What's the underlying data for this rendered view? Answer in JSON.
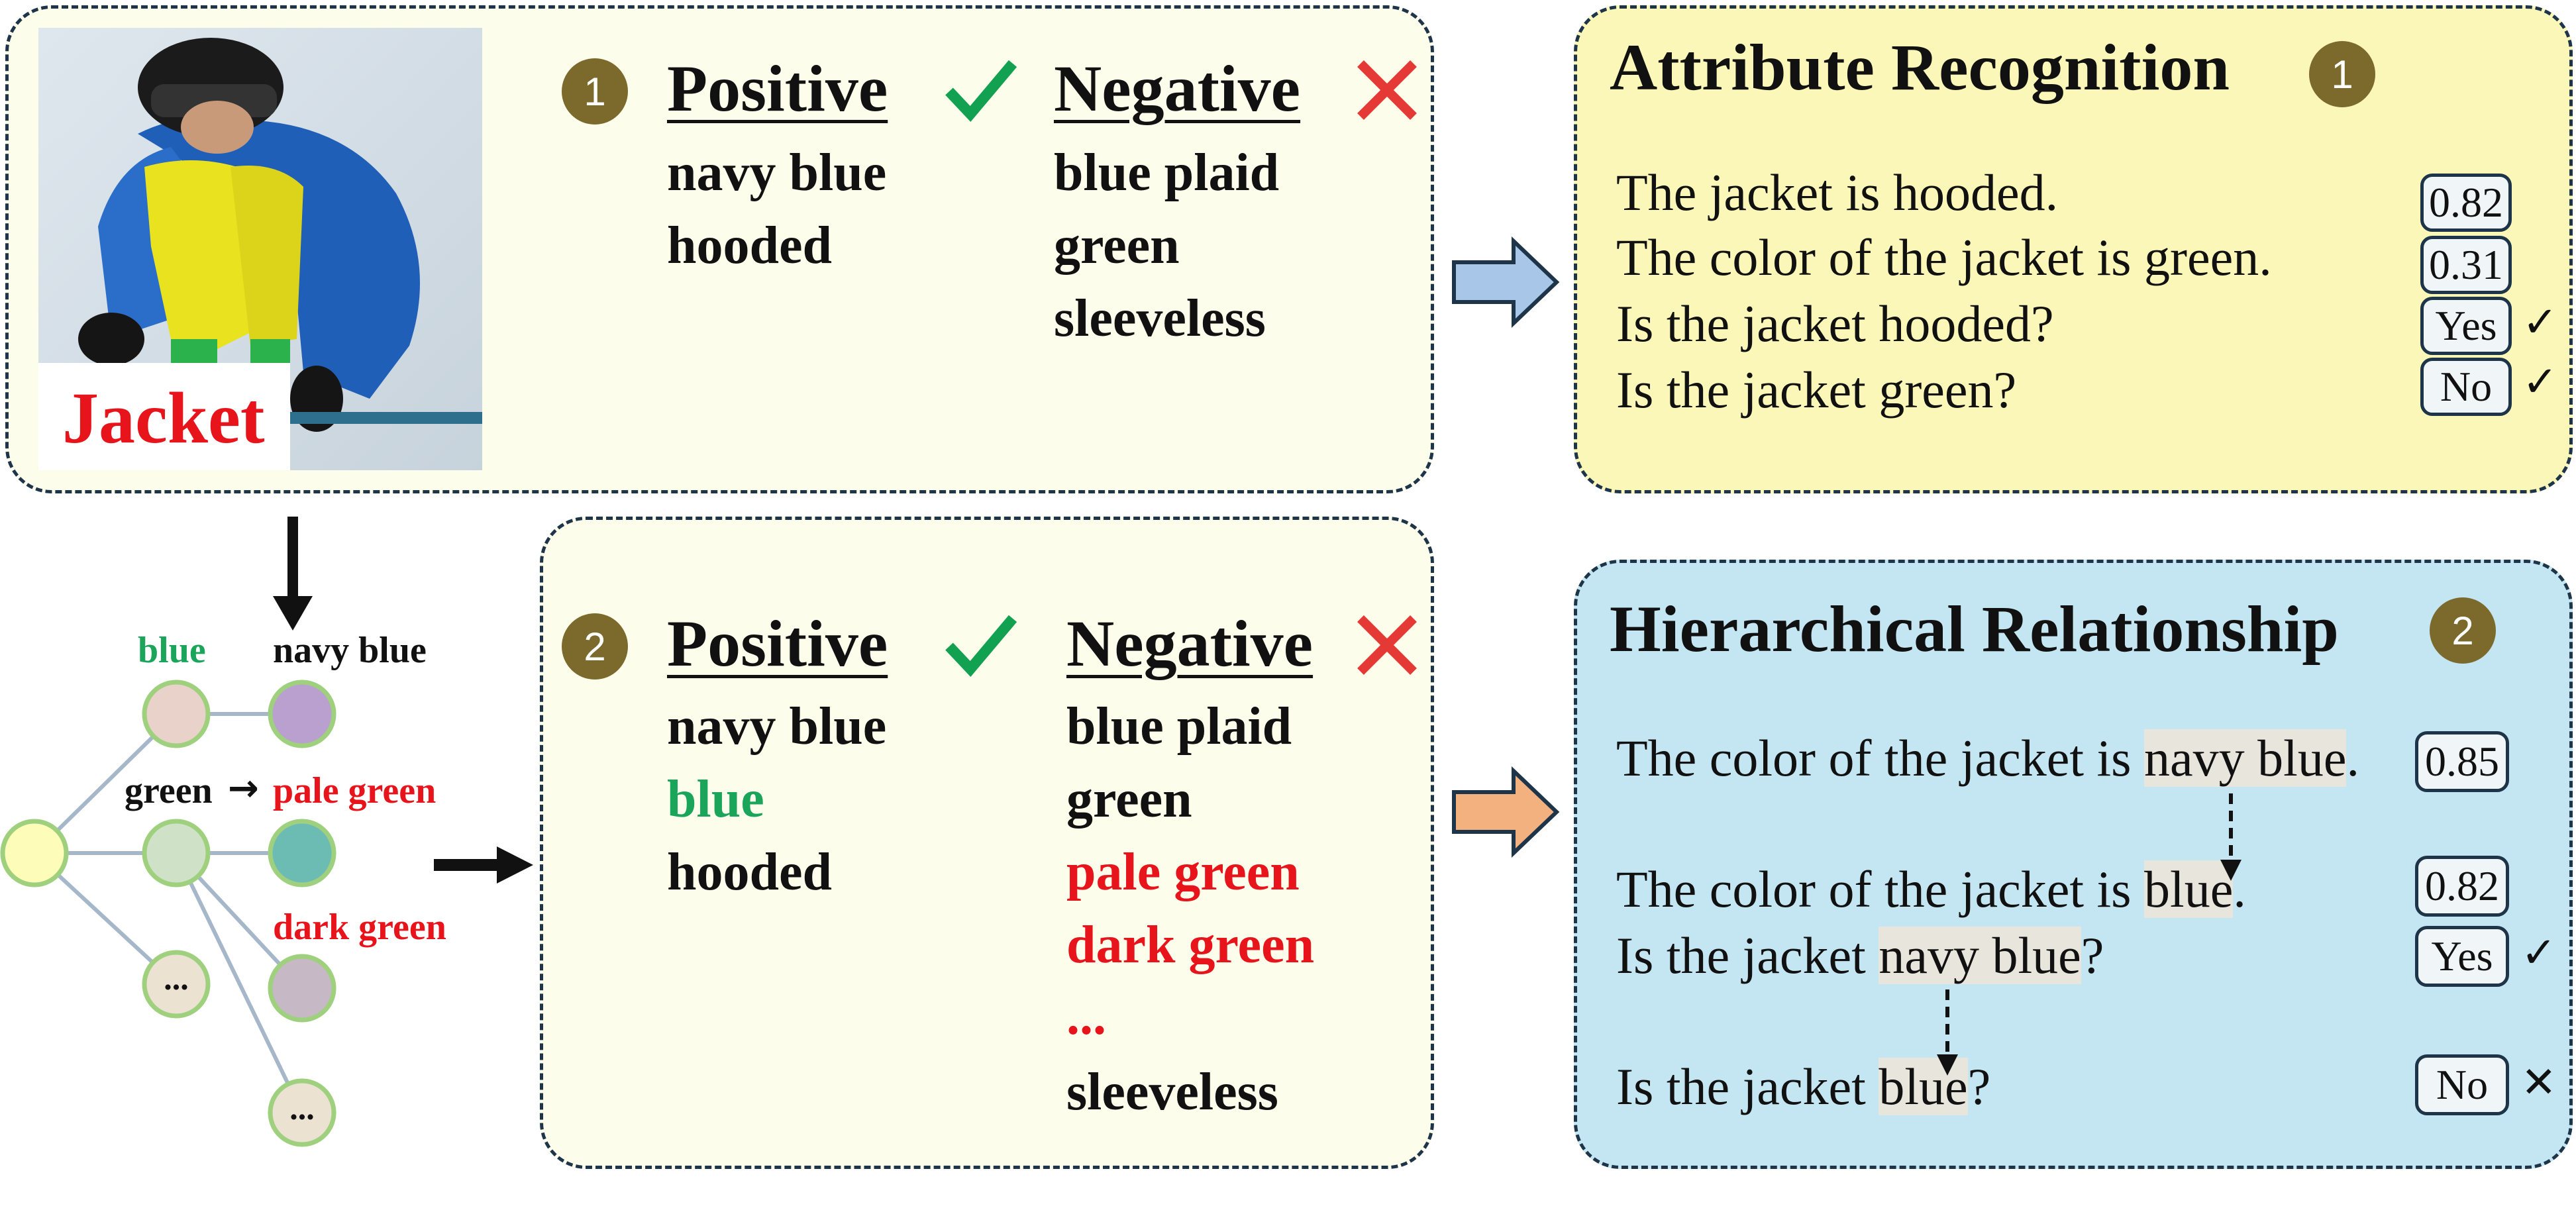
{
  "image": {
    "caption": "Jacket"
  },
  "panel1": {
    "badge": "1",
    "positive_header": "Positive",
    "negative_header": "Negative",
    "positive_items": [
      "navy blue",
      "hooded"
    ],
    "negative_items": [
      "blue plaid",
      "green",
      "sleeveless"
    ]
  },
  "tree": {
    "labels": {
      "blue": "blue",
      "navy_blue": "navy blue",
      "green": "green",
      "pale_green": "pale green",
      "dark_green": "dark green"
    },
    "ellipsis": "...",
    "arrow_glyph": "→"
  },
  "panel2": {
    "badge": "2",
    "positive_header": "Positive",
    "negative_header": "Negative",
    "positive_items": [
      "navy blue",
      "blue",
      "hooded"
    ],
    "negative_items": [
      "blue plaid",
      "green",
      "pale green",
      "dark green",
      "...",
      "sleeveless"
    ]
  },
  "attribute_recognition": {
    "title": "Attribute Recognition",
    "badge": "1",
    "rows": [
      {
        "text": "The jacket is hooded.",
        "score": "0.82",
        "mark": ""
      },
      {
        "text": "The color of the jacket is green.",
        "score": "0.31",
        "mark": ""
      },
      {
        "text": "Is the jacket hooded?",
        "score": "Yes",
        "mark": "✓"
      },
      {
        "text": "Is the jacket green?",
        "score": "No",
        "mark": "✓"
      }
    ]
  },
  "hierarchical_relationship": {
    "title": "Hierarchical Relationship",
    "badge": "2",
    "rows": [
      {
        "prefix": "The color of the jacket is ",
        "highlight": "navy blue",
        "suffix": ".",
        "score": "0.85",
        "mark": ""
      },
      {
        "prefix": "The color of the jacket is ",
        "highlight": "blue",
        "suffix": ".",
        "score": "0.82",
        "mark": ""
      },
      {
        "prefix": "Is the jacket ",
        "highlight": "navy blue",
        "suffix": "?",
        "score": "Yes",
        "mark": "✓"
      },
      {
        "prefix": "Is the jacket ",
        "highlight": "blue",
        "suffix": "?",
        "score": "No",
        "mark": "✕"
      }
    ]
  },
  "colors": {
    "positive_check": "#12a150",
    "negative_cross": "#e53935",
    "red_text": "#e8141b",
    "green_text": "#1aa55a",
    "arrow_blue": "#a7c6e8",
    "arrow_orange": "#f3b17f",
    "node_navy": "#b9a0cf",
    "node_pale": "#6cbcb4",
    "node_dark": "#c6b8c4"
  }
}
